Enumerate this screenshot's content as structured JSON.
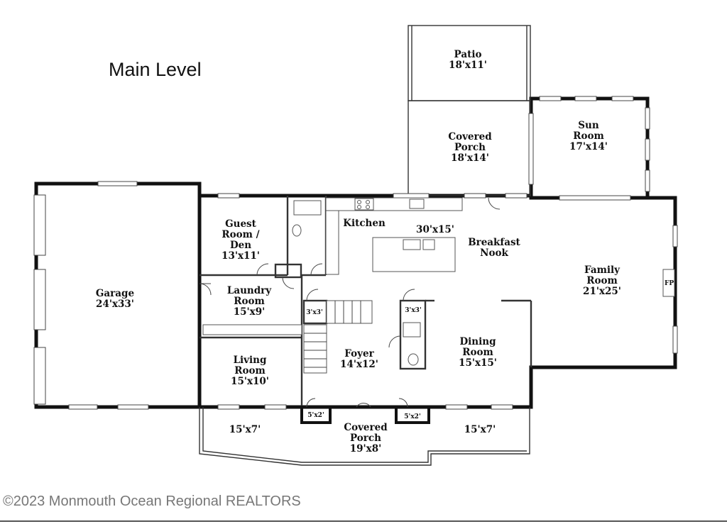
{
  "title": "Main Level",
  "copyright": "©2023 Monmouth Ocean Regional REALTORS",
  "fireplace": "FP",
  "rooms": {
    "patio": {
      "name": "Patio",
      "dim": "18'x11'"
    },
    "covered_back": {
      "name": "Covered",
      "name2": "Porch",
      "dim": "18'x14'"
    },
    "sun": {
      "name": "Sun",
      "name2": "Room",
      "dim": "17'x14'"
    },
    "guest": {
      "name": "Guest",
      "name2": "Room /",
      "name3": "Den",
      "dim": "13'x11'"
    },
    "kitchen": {
      "name": "Kitchen",
      "dim": "30'x15'"
    },
    "breakfast": {
      "name": "Breakfast",
      "name2": "Nook"
    },
    "family": {
      "name": "Family",
      "name2": "Room",
      "dim": "21'x25'"
    },
    "garage": {
      "name": "Garage",
      "dim": "24'x33'"
    },
    "laundry": {
      "name": "Laundry",
      "name2": "Room",
      "dim": "15'x9'"
    },
    "closet1": {
      "dim": "3'x3'"
    },
    "closet2": {
      "dim": "3'x3'"
    },
    "foyer": {
      "name": "Foyer",
      "dim": "14'x12'"
    },
    "dining": {
      "name": "Dining",
      "name2": "Room",
      "dim": "15'x15'"
    },
    "living": {
      "name": "Living",
      "name2": "Room",
      "dim": "15'x10'"
    },
    "porch_left": {
      "dim": "15'x7'"
    },
    "porch_right": {
      "dim": "15'x7'"
    },
    "covered_front": {
      "name": "Covered",
      "name2": "Porch",
      "dim": "19'x8'"
    },
    "vest_left": {
      "dim": "5'x2'"
    },
    "vest_right": {
      "dim": "5'x2'"
    }
  }
}
